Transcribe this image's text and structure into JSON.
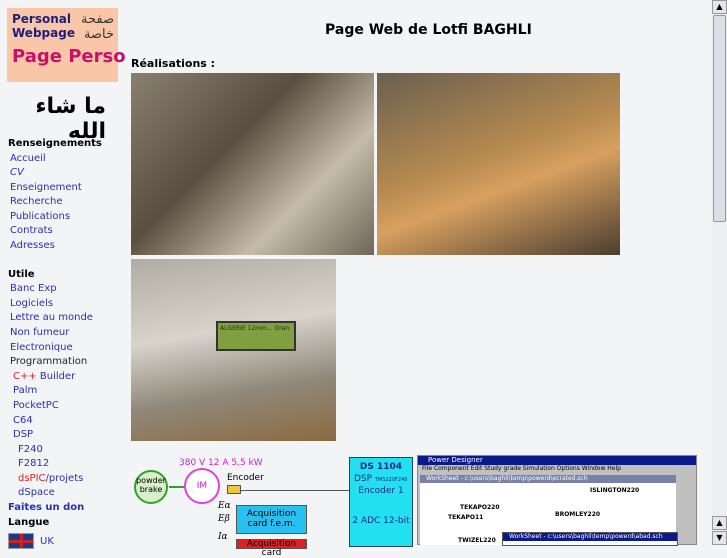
{
  "logo": {
    "line1": "Personal",
    "line2": "Webpage",
    "arabic1": "صفحة",
    "arabic2": "خاصة",
    "main": "Page Perso"
  },
  "arabic_heading": "ما شاء الله",
  "page_title": "Page Web de Lotfi BAGHLI",
  "section_title": "Réalisations :",
  "sidebar": {
    "renseignements": "Renseignements",
    "items1": [
      "Accueil",
      "CV",
      "Enseignement",
      "Recherche",
      "Publications",
      "Contrats",
      "Adresses"
    ],
    "utile": "Utile",
    "items2": [
      "Banc Exp",
      "Logiciels",
      "Lettre au monde",
      "Non fumeur",
      "Electronique"
    ],
    "programmation": "Programmation",
    "cpp_red": "C++",
    "cpp_rest": " Builder",
    "items3": [
      "Palm",
      "PocketPC",
      "C64",
      "DSP"
    ],
    "items4": [
      "F240",
      "F2812"
    ],
    "dspic_red": "dsPIC",
    "dspic_rest": "/projets",
    "dspace": "dSpace",
    "don": "Faites un don",
    "langue": "Langue",
    "uk": "UK"
  },
  "photo3_lcd": "ALGERIE 12mm... Oran",
  "diagram": {
    "ratings": "380 V  12 A  5.5 kW",
    "brake": "powder brake",
    "im": "IM",
    "encoder": "Encoder",
    "acq1": "Acquisition card f.e.m.",
    "acq2": "Acquisition card",
    "ds": "DS 1104",
    "dsp": "DSP",
    "dsp_chip": "TMS320F240",
    "enc1": "Encoder  1",
    "adc": "2 ADC 12-bit",
    "e1": "Eα",
    "e2": "Eβ",
    "i": "Iα"
  },
  "power_designer": {
    "title": "Power Designer",
    "menu": "File  Component  Edit  Study grade  Simulation  Options  Window  Help",
    "ws1": "WorkSheet - c:\\users\\baghli\\temp\\powerd\\ecrated.sch",
    "ws2": "WorkSheet - c:\\users\\baghli\\temp\\powerd\\abad.sch",
    "n1": "ISLINGTON220",
    "n2": "TEKAPO220",
    "n3": "TEKAPO11",
    "n4": "BROMLEY220",
    "n5": "TWIZEL220"
  },
  "colors": {
    "link": "#2a2fb0",
    "red": "#e02020",
    "logo_bg": "#f9c6a8",
    "logo_text": "#c8106a",
    "cyan": "#22e0f0"
  }
}
